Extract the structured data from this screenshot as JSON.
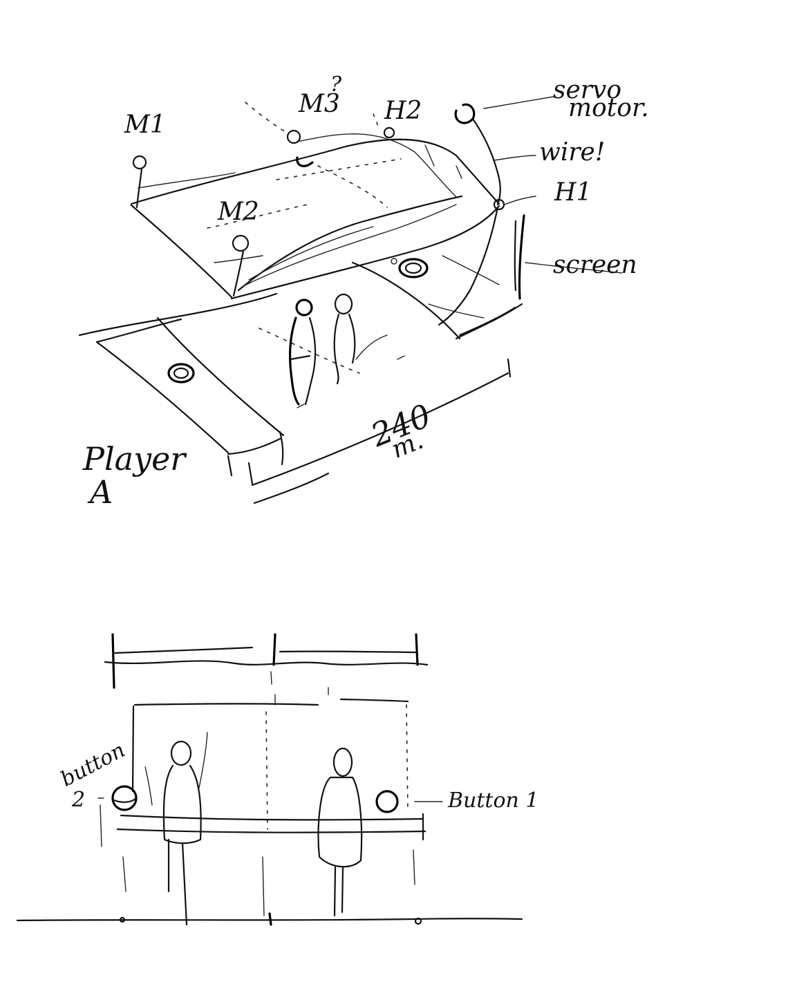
{
  "labels": {
    "m1": "M1",
    "m2": "M2",
    "m3": "M3",
    "m3_mark": "?",
    "h2": "H2",
    "servo_line1": "servo",
    "servo_line2": "motor.",
    "wire": "wire!",
    "h1": "H1",
    "screen": "screen",
    "dimension_line1": "240",
    "dimension_line2": "m.",
    "player_line1": "Player",
    "player_line2": "A",
    "button2_line1": "button",
    "button2_line2": "2",
    "button1": "Button 1"
  },
  "colors": {
    "ink": "#111111",
    "paper": "#ffffff"
  }
}
